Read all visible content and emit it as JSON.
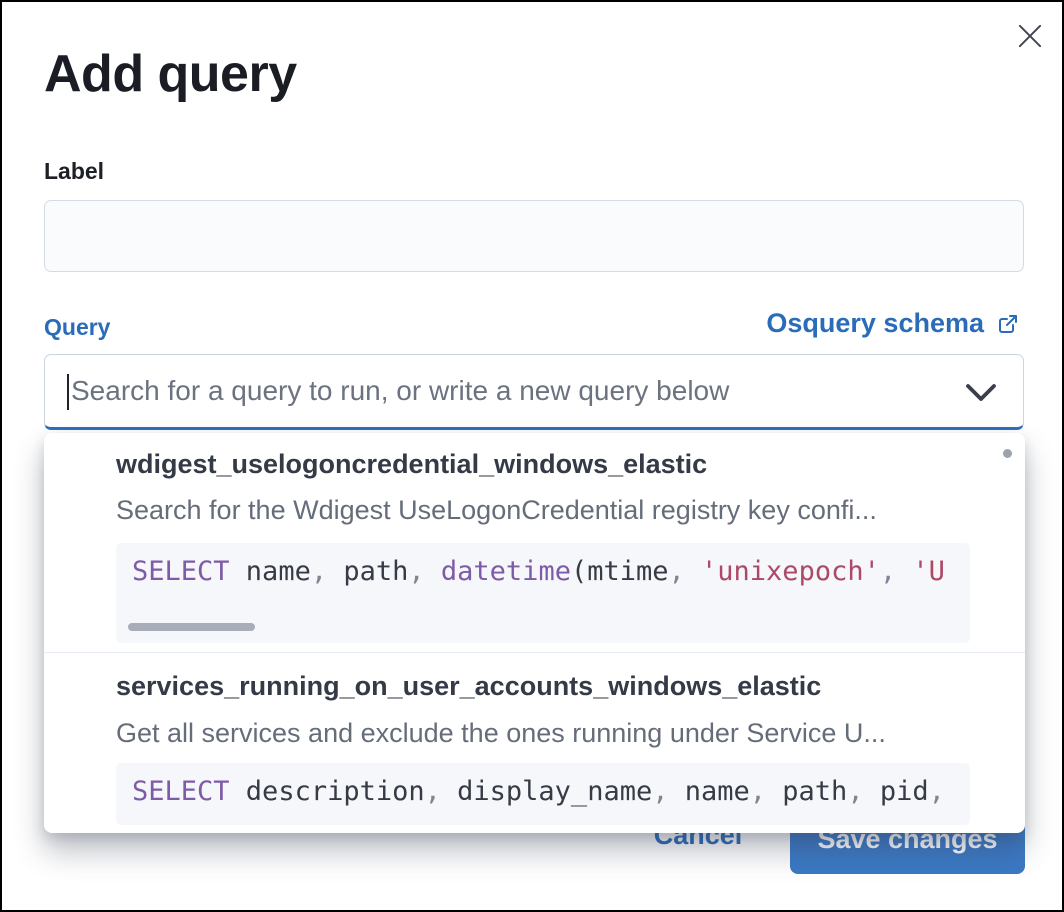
{
  "modal": {
    "title": "Add query"
  },
  "label_field": {
    "label": "Label",
    "value": ""
  },
  "query_field": {
    "label": "Query",
    "schema_link_label": "Osquery schema",
    "search_placeholder": "Search for a query to run, or write a new query below",
    "search_value": ""
  },
  "dropdown": {
    "options": [
      {
        "id": "wdigest_uselogoncredential_windows_elastic",
        "description": "Search for the Wdigest UseLogonCredential registry key confi...",
        "sql_tokens": [
          {
            "t": "SELECT",
            "c": "kw"
          },
          {
            "t": " name",
            "c": "tx"
          },
          {
            "t": ",",
            "c": "pu"
          },
          {
            "t": " path",
            "c": "tx"
          },
          {
            "t": ",",
            "c": "pu"
          },
          {
            "t": " ",
            "c": "tx"
          },
          {
            "t": "datetime",
            "c": "kw"
          },
          {
            "t": "(mtime",
            "c": "tx"
          },
          {
            "t": ",",
            "c": "pu"
          },
          {
            "t": " ",
            "c": "tx"
          },
          {
            "t": "'unixepoch'",
            "c": "st"
          },
          {
            "t": ",",
            "c": "pu"
          },
          {
            "t": " ",
            "c": "tx"
          },
          {
            "t": "'U",
            "c": "st"
          }
        ]
      },
      {
        "id": "services_running_on_user_accounts_windows_elastic",
        "description": "Get all services and exclude the ones running under Service U...",
        "sql_tokens": [
          {
            "t": "SELECT",
            "c": "kw"
          },
          {
            "t": " description",
            "c": "tx"
          },
          {
            "t": ",",
            "c": "pu"
          },
          {
            "t": " display_name",
            "c": "tx"
          },
          {
            "t": ",",
            "c": "pu"
          },
          {
            "t": " name",
            "c": "tx"
          },
          {
            "t": ",",
            "c": "pu"
          },
          {
            "t": " path",
            "c": "tx"
          },
          {
            "t": ",",
            "c": "pu"
          },
          {
            "t": " pid",
            "c": "tx"
          },
          {
            "t": ",",
            "c": "pu"
          }
        ]
      }
    ]
  },
  "footer": {
    "cancel_label": "Cancel",
    "save_label": "Save changes"
  },
  "icons": {
    "close": "x-cross",
    "external_link": "popout-box-arrow",
    "chevron_down": "v-arrow",
    "text_cursor": "i-beam"
  },
  "colors": {
    "primary_blue": "#2a6cb8",
    "focus_blue": "#2e70c1",
    "button_blue": "#3b79c4",
    "keyword_purple": "#7d5ba6",
    "string_red": "#ad4866",
    "punctuation_gray": "#7e8694",
    "code_text": "#363b45",
    "code_background": "#f5f7fa"
  }
}
